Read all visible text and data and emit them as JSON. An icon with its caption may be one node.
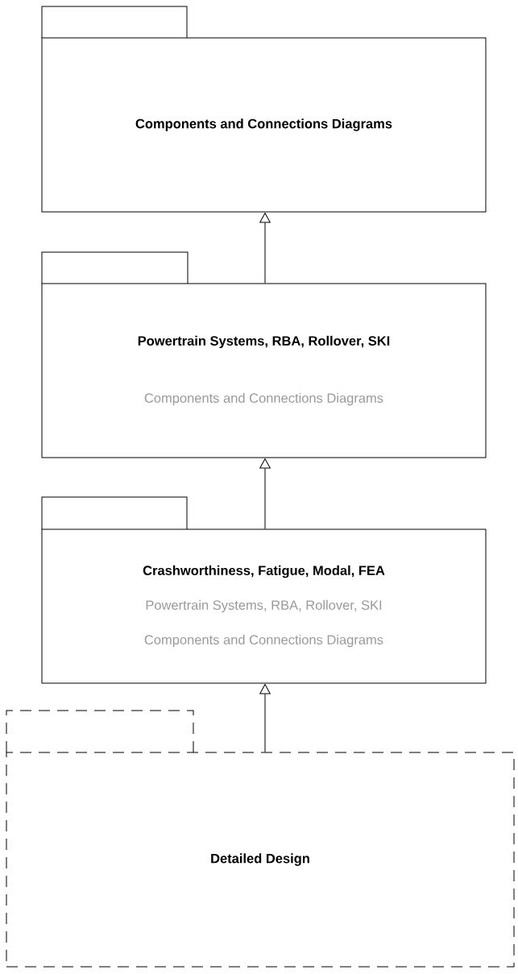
{
  "diagram": {
    "nodes": [
      {
        "text": [
          "Components and Connections Diagrams"
        ]
      },
      {
        "text": [
          "Powertrain Systems, RBA, Rollover, SKI",
          "Components and Connections Diagrams"
        ]
      },
      {
        "text": [
          "Crashworthiness, Fatigue, Modal, FEA",
          "Powertrain Systems, RBA, Rollover, SKI",
          "Components and Connections Diagrams"
        ]
      },
      {
        "text": [
          "Detailed Design"
        ]
      }
    ],
    "edges": [
      {
        "from": 1,
        "to": 0,
        "arrow": "to"
      },
      {
        "from": 2,
        "to": 1,
        "arrow": "to"
      },
      {
        "from": 3,
        "to": 2,
        "arrow": "to"
      }
    ]
  }
}
